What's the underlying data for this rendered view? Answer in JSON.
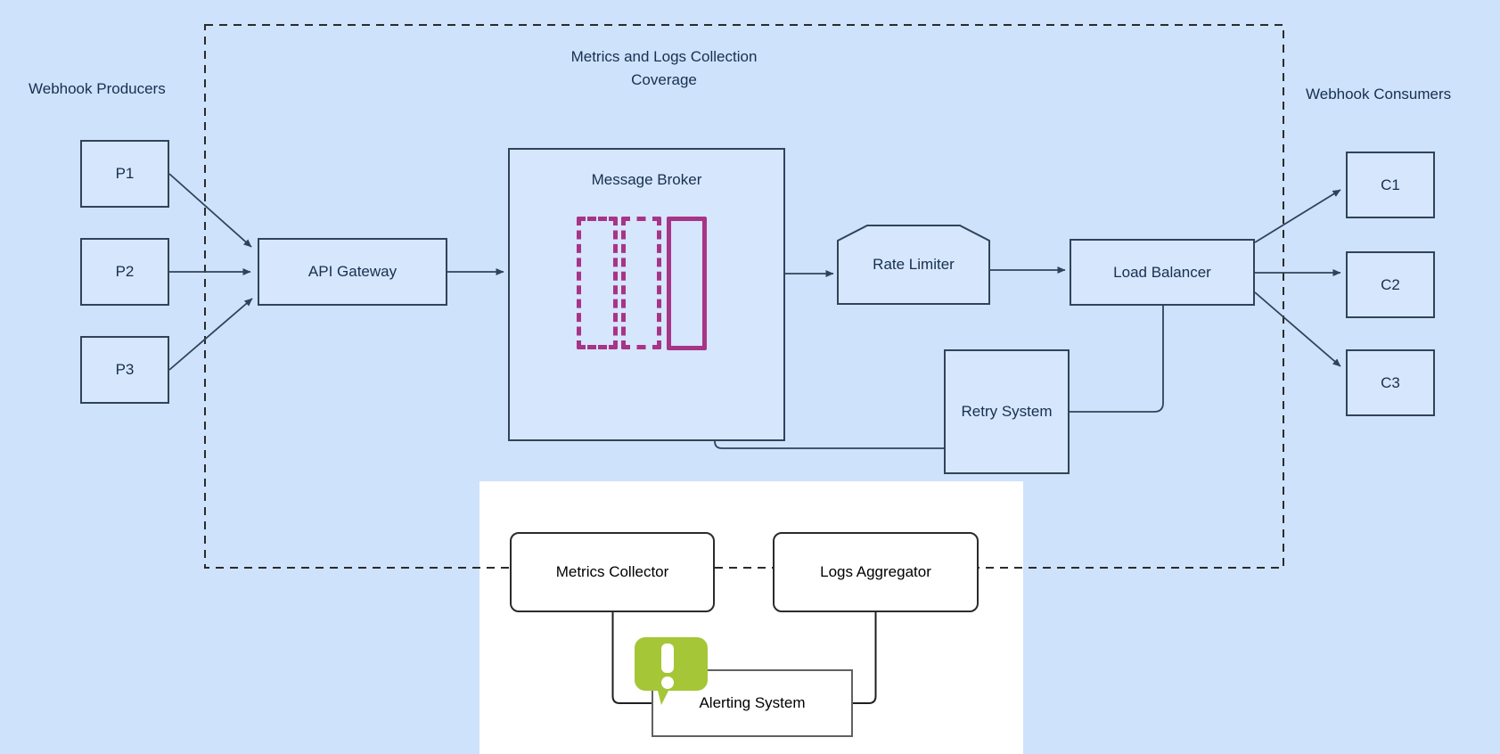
{
  "diagram": {
    "coverage_box": {
      "title_line1": "Metrics and Logs Collection",
      "title_line2": "Coverage"
    },
    "producers": {
      "group_label": "Webhook Producers",
      "items": [
        "P1",
        "P2",
        "P3"
      ]
    },
    "consumers": {
      "group_label": "Webhook Consumers",
      "items": [
        "C1",
        "C2",
        "C3"
      ]
    },
    "nodes": {
      "api_gateway": "API Gateway",
      "message_broker": "Message Broker",
      "rate_limiter": "Rate Limiter",
      "load_balancer": "Load Balancer",
      "retry_system": "Retry System",
      "metrics_collector": "Metrics Collector",
      "logs_aggregator": "Logs Aggregator",
      "alerting_system": "Alerting System"
    },
    "icons": {
      "message_queue_icon": "queue-bars",
      "alert_icon": "exclamation-speech-bubble"
    },
    "colors": {
      "canvas_bg": "#cfe2fb",
      "node_fill": "#d6e6fc",
      "node_stroke": "#2f4459",
      "node_text": "#16304f",
      "queue_accent": "#a83487",
      "alert_accent": "#a5c636",
      "dashed_stroke": "#2b2b2b",
      "mono_box_stroke": "#2b2b2b",
      "alert_box_stroke": "#616161",
      "panel_bg": "#ffffff",
      "mono_text": "#000000"
    }
  }
}
